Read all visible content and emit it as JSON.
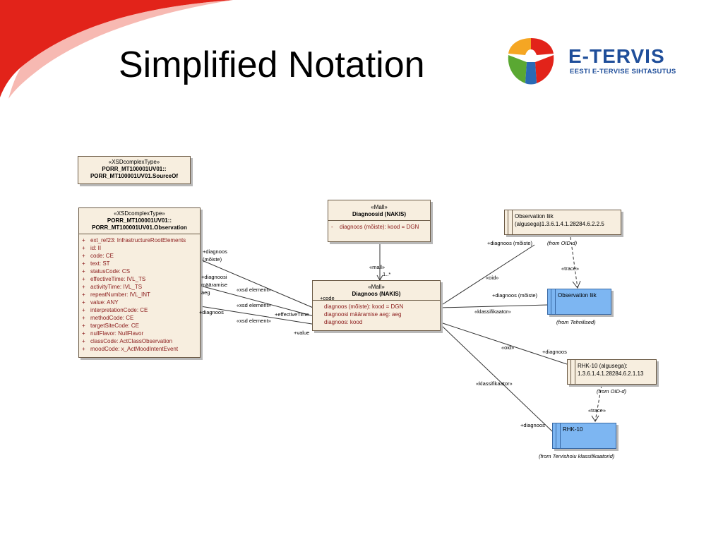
{
  "title": "Simplified Notation",
  "logo": {
    "name": "E-TERVIS",
    "subtitle": "EESTI E-TERVISE SIHTASUTUS"
  },
  "colors": {
    "swoosh": "#e2231a",
    "brand": "#1f4e9a",
    "box_fill": "#f7eedf",
    "blue_fill": "#7db6f2",
    "attr_text": "#8a1a1a"
  },
  "diagram": {
    "sourceof": {
      "stereotype": "«XSDcomplexType»",
      "name1": "PORR_MT100001UV01::",
      "name2": "PORR_MT100001UV01.SourceOf"
    },
    "observation": {
      "stereotype": "«XSDcomplexType»",
      "name1": "PORR_MT100001UV01::",
      "name2": "PORR_MT100001UV01.Observation",
      "attributes": [
        "ext_ref23:  InfrastructureRootElements",
        "id:  II",
        "code:  CE",
        "text:  ST",
        "statusCode:  CS",
        "effectiveTime:  IVL_TS",
        "activityTime:  IVL_TS",
        "repeatNumber:  IVL_INT",
        "value:  ANY",
        "interpretationCode:  CE",
        "methodCode:  CE",
        "targetSiteCode:  CE",
        "nullFlavor:  NullFlavor",
        "classCode:  ActClassObservation",
        "moodCode:  x_ActMoodIntentEvent"
      ]
    },
    "diagnoosid": {
      "stereotype": "«Mall»",
      "name": "Diagnoosid (NAKIS)",
      "attr_marker": "-",
      "attr": "diagnoos (mõiste):  kood = DGN"
    },
    "diagnoos": {
      "stereotype": "«Mall»",
      "name": "Diagnoos (NAKIS)",
      "code_port": "+code",
      "attributes": [
        "diagnoos (mõiste):  kood = DGN",
        "diagnoosi määramise aeg:  aeg",
        "diagnoos:  kood"
      ]
    },
    "obs_liik_note": {
      "line1": "Observation liik",
      "line2": "(algusega)1.3.6.1.4.1.28284.6.2.2.5"
    },
    "obs_liik_blue": {
      "name": "Observation liik",
      "from": "(from Tehnilised)"
    },
    "rhk_note": {
      "line1": "RHK-10 (algusega):",
      "line2": "1.3.6.1.4.1.28284.6.2.1.13"
    },
    "rhk_blue": {
      "name": "RHK-10",
      "from": "(from Tervishoiu klassifikaatorid)"
    },
    "labels": {
      "diag_moiste_1": "+diagnoos",
      "diag_moiste_2": "(mõiste)",
      "diag_maar_1": "+diagnoosi",
      "diag_maar_2": "määramise",
      "diag_maar_3": "aeg",
      "diag_plain": "+diagnoos",
      "xsd1": "«xsd element»",
      "xsd2": "«xsd element»",
      "xsd3": "«xsd element»",
      "effective_time": "+effectiveTime",
      "value": "+value",
      "mall": "«mall»",
      "mult": "1..*",
      "diag_moiste_top": "+diagnoos (mõiste)",
      "from_oid_1": "(from OID-d)",
      "oid1": "«oid»",
      "trace1": "«trace»",
      "diag_moiste_blue": "+diagnoos (mõiste)",
      "klass1": "«klassifikaator»",
      "oid2": "«oid»",
      "diag_rhk": "+diagnoos",
      "from_oid_2": "(from OID-d)",
      "klass2": "«klassifikaator»",
      "trace2": "«trace»",
      "diag_rhk_blue": "+diagnoos"
    }
  }
}
